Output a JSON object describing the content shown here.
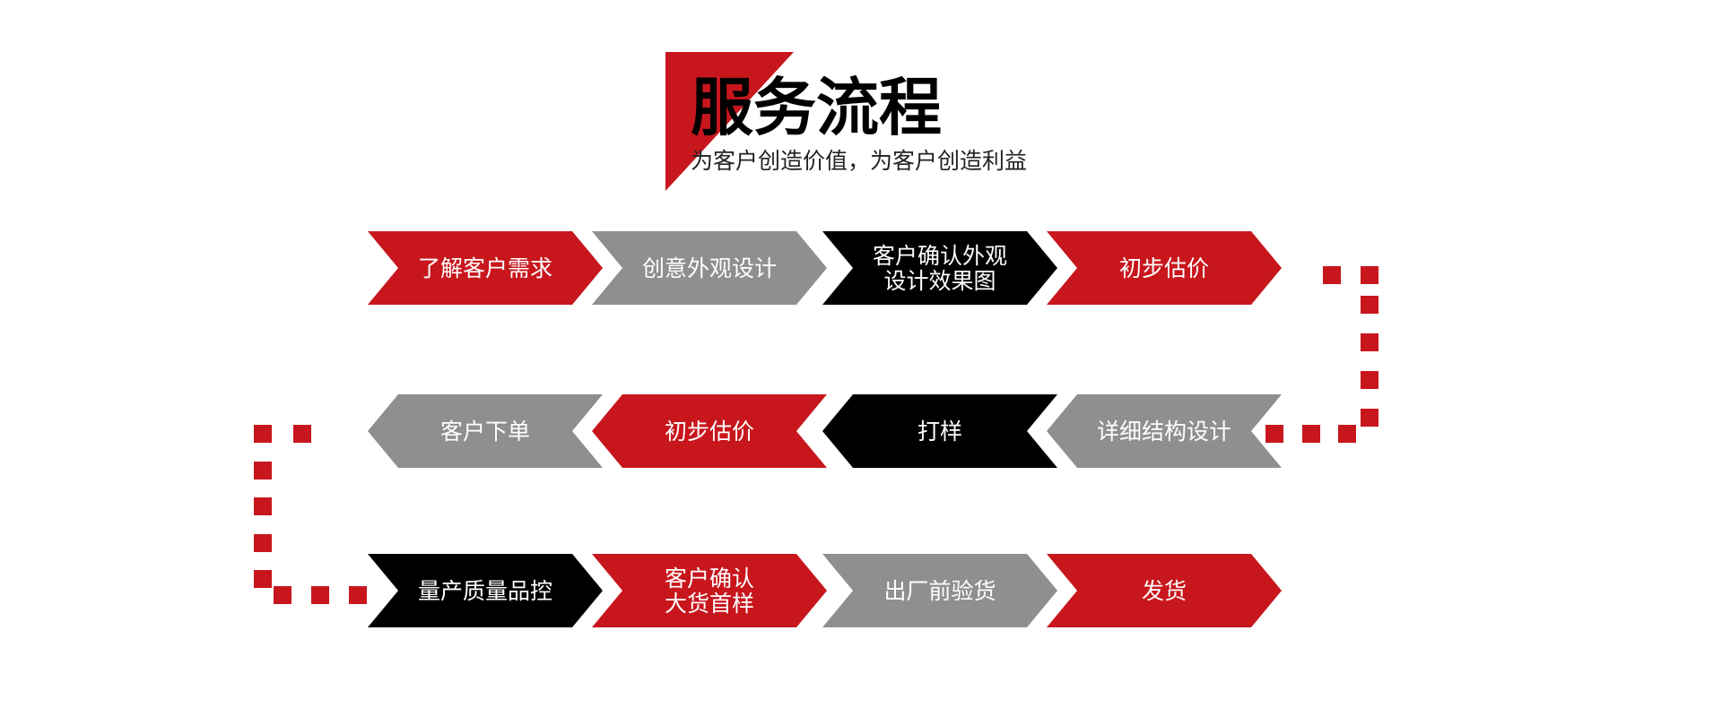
{
  "header": {
    "title": "服务流程",
    "subtitle": "为客户创造价值，为客户创造利益"
  },
  "colors": {
    "red": "#c8161d",
    "gray": "#8f8f8f",
    "black": "#000000",
    "white": "#ffffff"
  },
  "rows": [
    {
      "direction": "right",
      "steps": [
        {
          "lines": [
            "了解客户需求"
          ],
          "color": "red"
        },
        {
          "lines": [
            "创意外观设计"
          ],
          "color": "gray"
        },
        {
          "lines": [
            "客户确认外观",
            "设计效果图"
          ],
          "color": "black"
        },
        {
          "lines": [
            "初步估价"
          ],
          "color": "red"
        }
      ]
    },
    {
      "direction": "left",
      "steps": [
        {
          "lines": [
            "客户下单"
          ],
          "color": "gray"
        },
        {
          "lines": [
            "初步估价"
          ],
          "color": "red"
        },
        {
          "lines": [
            "打样"
          ],
          "color": "black"
        },
        {
          "lines": [
            "详细结构设计"
          ],
          "color": "gray"
        }
      ]
    },
    {
      "direction": "right",
      "steps": [
        {
          "lines": [
            "量产质量品控"
          ],
          "color": "black"
        },
        {
          "lines": [
            "客户确认",
            "大货首样"
          ],
          "color": "red"
        },
        {
          "lines": [
            "出厂前验货"
          ],
          "color": "gray"
        },
        {
          "lines": [
            "发货"
          ],
          "color": "red"
        }
      ]
    }
  ]
}
